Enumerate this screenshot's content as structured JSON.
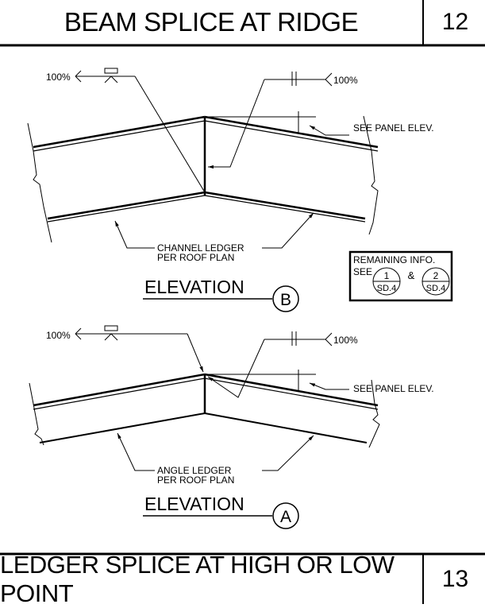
{
  "detail_top": {
    "title": "BEAM SPLICE AT RIDGE",
    "number": "12"
  },
  "detail_bottom": {
    "title": "LEDGER SPLICE AT HIGH OR LOW POINT",
    "number": "13"
  },
  "elevation_b": {
    "slope_left": "100%",
    "slope_right": "100%",
    "note_right": "SEE PANEL ELEV.",
    "note_line1": "CHANNEL LEDGER",
    "note_line2": "PER ROOF PLAN",
    "view_title": "ELEVATION",
    "view_marker": "B"
  },
  "elevation_a": {
    "slope_left": "100%",
    "slope_right": "100%",
    "note_right": "SEE PANEL ELEV.",
    "note_line1": "ANGLE LEDGER",
    "note_line2": "PER ROOF PLAN",
    "view_title": "ELEVATION",
    "view_marker": "A"
  },
  "remaining_info": {
    "line1": "REMAINING INFO.",
    "see": "SEE",
    "ref1_num": "1",
    "ref1_sheet": "SD.4",
    "amp": "&",
    "ref2_num": "2",
    "ref2_sheet": "SD.4"
  }
}
